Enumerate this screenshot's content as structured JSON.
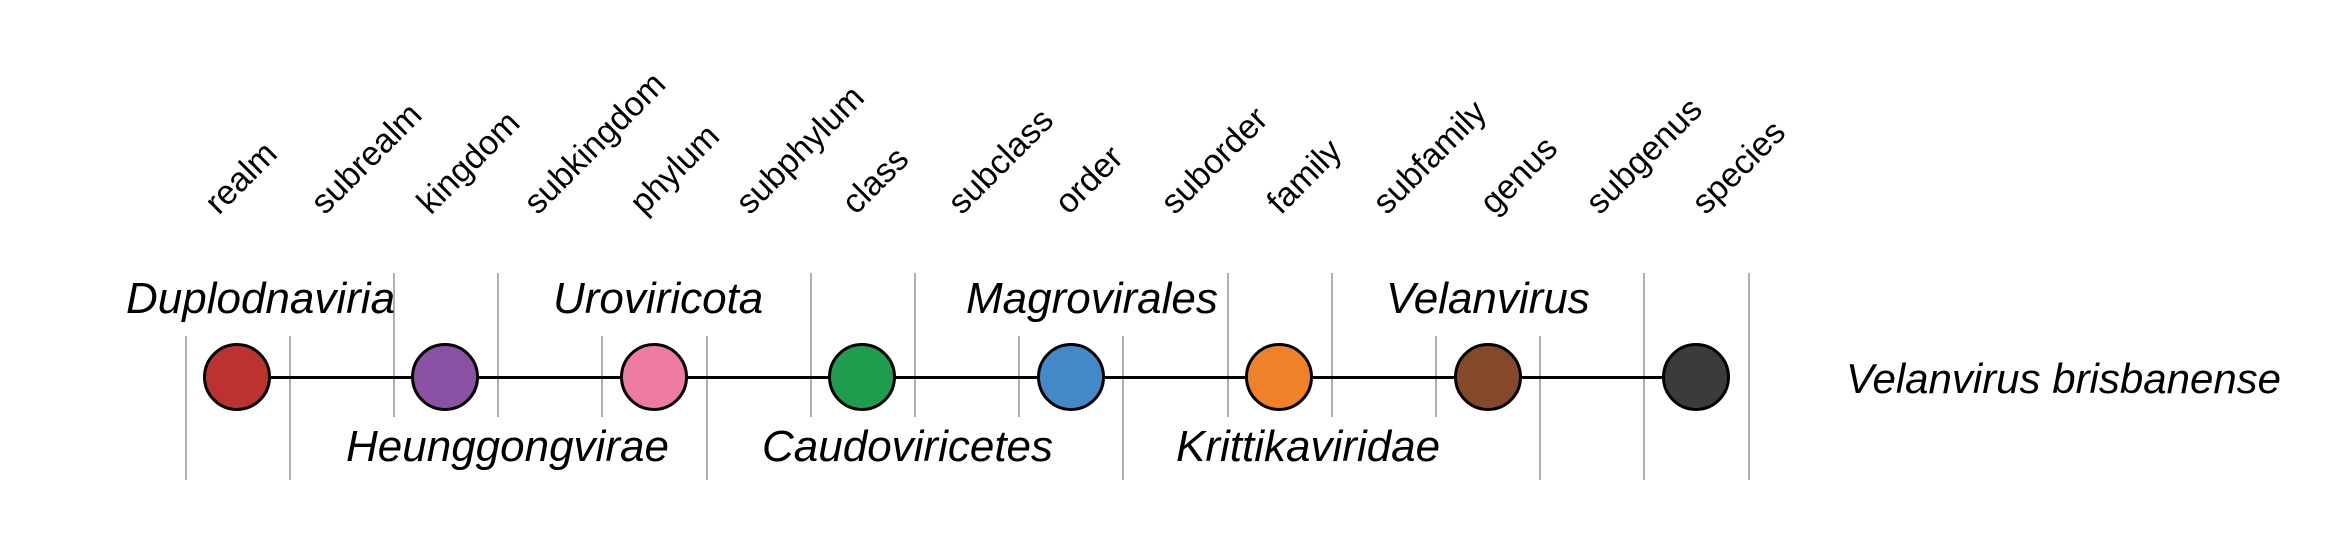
{
  "figure": {
    "ranks": [
      {
        "rank": "realm",
        "taxon": "Duplodnaviria",
        "taxon_label_position": "above",
        "dot_color": "#ba3330"
      },
      {
        "rank": "subrealm",
        "taxon": null,
        "taxon_label_position": null,
        "dot_color": null
      },
      {
        "rank": "kingdom",
        "taxon": "Heunggongvirae",
        "taxon_label_position": "below",
        "dot_color": "#8b51a5"
      },
      {
        "rank": "subkingdom",
        "taxon": null,
        "taxon_label_position": null,
        "dot_color": null
      },
      {
        "rank": "phylum",
        "taxon": "Uroviricota",
        "taxon_label_position": "above",
        "dot_color": "#ee7ca2"
      },
      {
        "rank": "subphylum",
        "taxon": null,
        "taxon_label_position": null,
        "dot_color": null
      },
      {
        "rank": "class",
        "taxon": "Caudoviricetes",
        "taxon_label_position": "below",
        "dot_color": "#1f9c4d"
      },
      {
        "rank": "subclass",
        "taxon": null,
        "taxon_label_position": null,
        "dot_color": null
      },
      {
        "rank": "order",
        "taxon": "Magrovirales",
        "taxon_label_position": "above",
        "dot_color": "#4389c8"
      },
      {
        "rank": "suborder",
        "taxon": null,
        "taxon_label_position": null,
        "dot_color": null
      },
      {
        "rank": "family",
        "taxon": "Krittikaviridae",
        "taxon_label_position": "below",
        "dot_color": "#f0812b"
      },
      {
        "rank": "subfamily",
        "taxon": null,
        "taxon_label_position": null,
        "dot_color": null
      },
      {
        "rank": "genus",
        "taxon": "Velanvirus",
        "taxon_label_position": "above",
        "dot_color": "#84492a"
      },
      {
        "rank": "subgenus",
        "taxon": null,
        "taxon_label_position": null,
        "dot_color": null
      },
      {
        "rank": "species",
        "taxon": "Velanvirus brisbanense",
        "taxon_label_position": "right",
        "dot_color": "#3b3b3b"
      }
    ],
    "colors": {
      "tick": "#b0b0b0",
      "line": "#000000",
      "text": "#000000",
      "background": "#ffffff"
    }
  }
}
